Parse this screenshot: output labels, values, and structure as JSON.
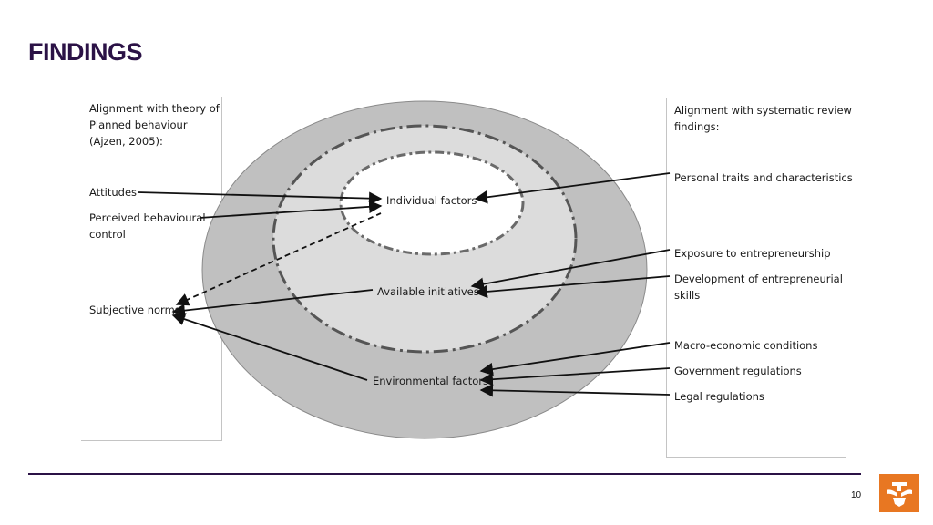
{
  "slide": {
    "title": "FINDINGS",
    "page_number": "10"
  },
  "left_panel": {
    "heading_lines": [
      "Alignment with theory of",
      "Planned behaviour",
      "(Ajzen, 2005):"
    ],
    "attitudes": "Attitudes",
    "perceived_lines": [
      "Perceived behavioural",
      "control"
    ],
    "subjective_norms": "Subjective norms"
  },
  "right_panel": {
    "heading_lines": [
      "Alignment with systematic review",
      "findings:"
    ],
    "personal_traits": "Personal traits and characteristics",
    "exposure": "Exposure to entrepreneurship",
    "skills_lines": [
      "Development of entrepreneurial",
      "skills"
    ],
    "macro": "Macro-economic conditions",
    "government": "Government regulations",
    "legal": "Legal regulations"
  },
  "diagram": {
    "inner_label": "Individual factors",
    "middle_label": "Available initiatives",
    "outer_label": "Environmental factors",
    "colors": {
      "outer_fill": "#c0c0c0",
      "middle_fill": "#dcdcdc",
      "inner_fill": "#ffffff",
      "dash_stroke": "#555555",
      "arrow": "#111111"
    }
  },
  "footer": {
    "rule_color": "#2b1246",
    "logo_color": "#e87722"
  }
}
